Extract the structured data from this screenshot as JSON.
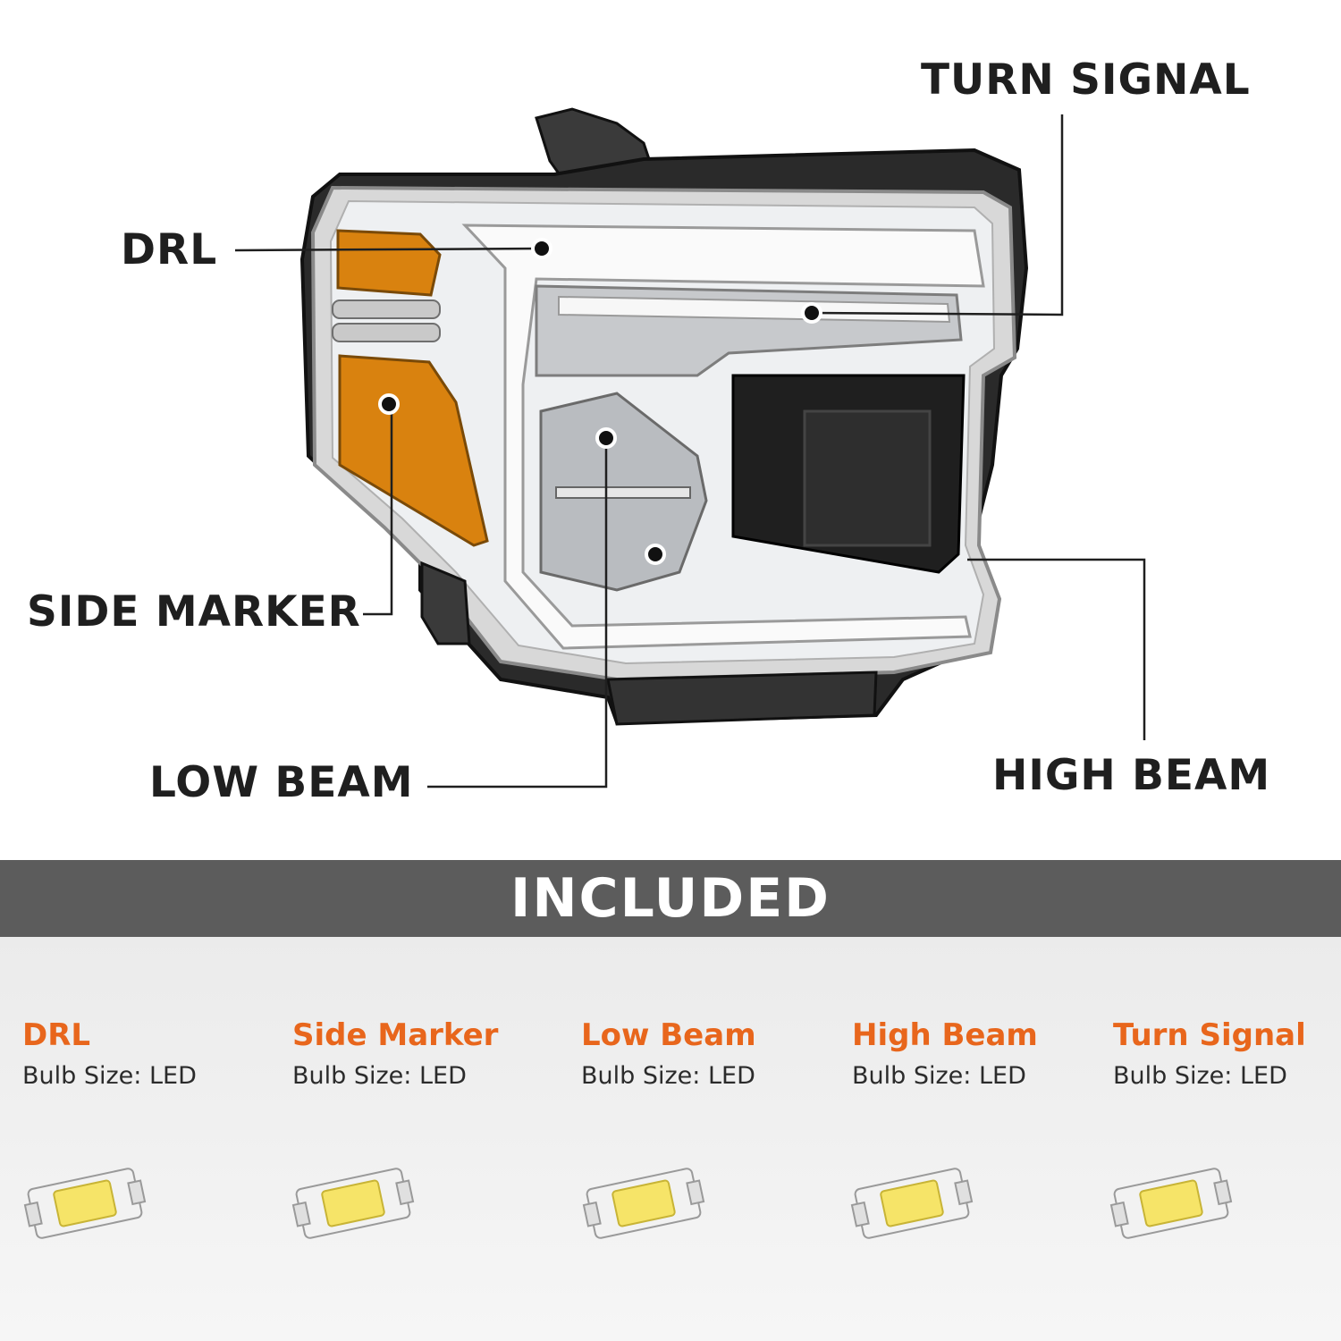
{
  "callouts": {
    "turn_signal": "TURN SIGNAL",
    "drl": "DRL",
    "side_marker": "SIDE MARKER",
    "low_beam": "LOW BEAM",
    "high_beam": "HIGH BEAM"
  },
  "banner": {
    "title": "INCLUDED"
  },
  "included": [
    {
      "name": "DRL",
      "bulb": "Bulb Size: LED",
      "icon": "led-chip-icon"
    },
    {
      "name": "Side Marker",
      "bulb": "Bulb Size: LED",
      "icon": "led-chip-icon"
    },
    {
      "name": "Low Beam",
      "bulb": "Bulb Size: LED",
      "icon": "led-chip-icon"
    },
    {
      "name": "High Beam",
      "bulb": "Bulb Size: LED",
      "icon": "led-chip-icon"
    },
    {
      "name": "Turn Signal",
      "bulb": "Bulb Size: LED",
      "icon": "led-chip-icon"
    }
  ],
  "colors": {
    "accent": "#e8661c",
    "banner": "#5c5c5c",
    "amber_lens": "#d9820f",
    "chip_yellow": "#f6e468"
  }
}
